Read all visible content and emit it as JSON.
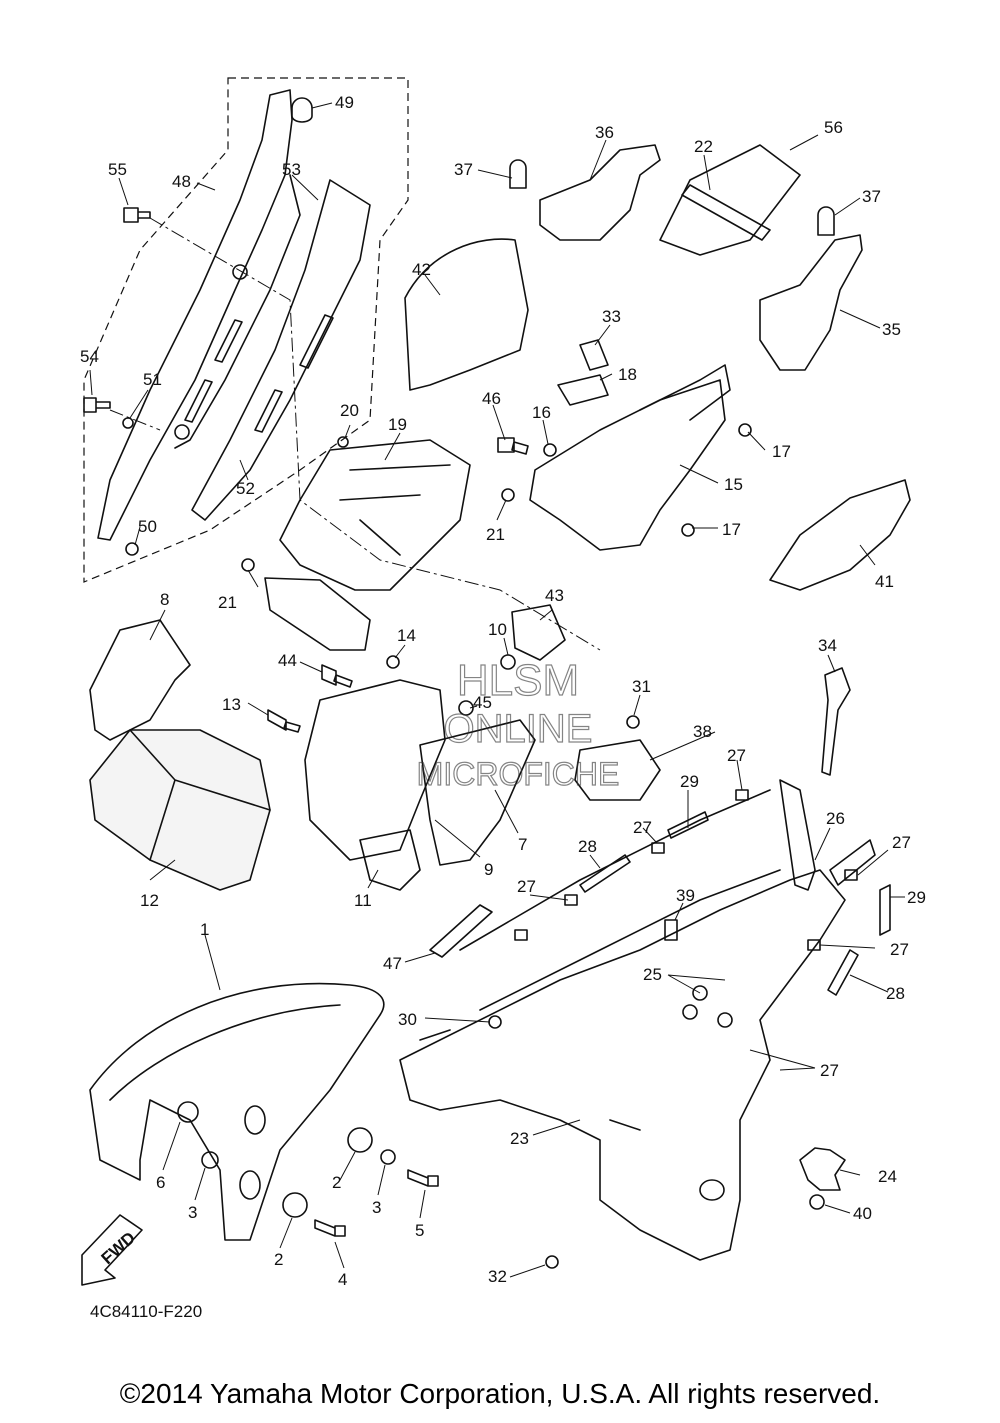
{
  "diagram": {
    "callouts": [
      "1",
      "2",
      "2",
      "3",
      "3",
      "4",
      "5",
      "6",
      "7",
      "8",
      "9",
      "10",
      "11",
      "12",
      "13",
      "14",
      "15",
      "16",
      "17",
      "17",
      "18",
      "19",
      "20",
      "21",
      "21",
      "22",
      "23",
      "24",
      "25",
      "26",
      "27",
      "27",
      "27",
      "27",
      "27",
      "27",
      "28",
      "28",
      "29",
      "29",
      "30",
      "31",
      "32",
      "33",
      "34",
      "35",
      "36",
      "37",
      "37",
      "38",
      "39",
      "40",
      "41",
      "42",
      "43",
      "44",
      "45",
      "46",
      "47",
      "48",
      "49",
      "50",
      "51",
      "52",
      "53",
      "54",
      "55",
      "56"
    ],
    "drawing_code": "4C84110-F220",
    "fwd_label": "FWD",
    "watermark": [
      "HLSM",
      "ONLINE",
      "MICROFICHE"
    ]
  },
  "footer": {
    "copyright": "©2014 Yamaha Motor Corporation, U.S.A. All rights reserved."
  }
}
